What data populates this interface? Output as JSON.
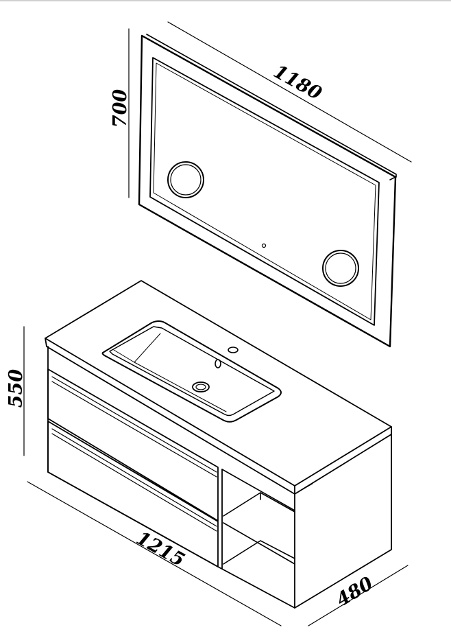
{
  "dimensions": {
    "mirror_width": "1180",
    "mirror_height": "700",
    "cabinet_height": "550",
    "cabinet_width": "1215",
    "cabinet_depth": "480"
  },
  "colors": {
    "line": "#000000",
    "background": "#ffffff",
    "top_rule": "#d0d0d0"
  }
}
